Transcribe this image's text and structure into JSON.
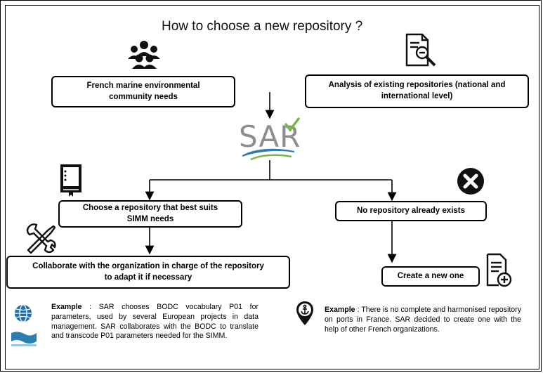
{
  "title": "How to choose a new repository ?",
  "boxes": {
    "community_needs": "French marine environmental community needs",
    "analysis": "Analysis of existing repositories (national and international level)",
    "choose_repo": "Choose a repository that best suits SIMM needs",
    "no_repo": "No repository already exists",
    "collaborate": "Collaborate with the organization in charge of the repository to adapt it if necessary",
    "create_new": "Create a new one"
  },
  "logo": {
    "text": "SAR"
  },
  "examples": {
    "left": {
      "label": "Example",
      "text": " : SAR chooses BODC vocabulary P01 for parameters, used by several European projects in data management. SAR collaborates with the BODC to translate and transcode P01 parameters needed for the SIMM."
    },
    "right": {
      "label": "Example",
      "text": " : There is no complete and harmonised repository on ports in France. SAR decided to create one with the help of other French organizations."
    }
  },
  "icons": [
    "people-icon",
    "document-search-icon",
    "book-icon",
    "close-circle-icon",
    "tools-icon",
    "add-document-icon",
    "globe-icon",
    "map-pin-anchor-icon"
  ],
  "colors": {
    "logo_gray": "#8a8f94",
    "logo_blue": "#2a7fb0",
    "logo_green": "#7ab648",
    "globe_blue": "#1f6fa8"
  }
}
